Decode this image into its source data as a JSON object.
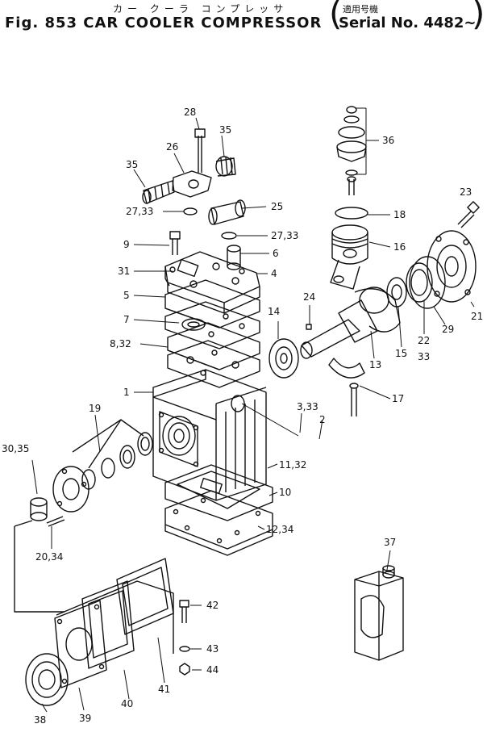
{
  "header": {
    "jp_title": "カー クーラ コンプレッサ",
    "fig_title": "Fig. 853 CAR COOLER COMPRESSOR",
    "serial_jp": "適用号機",
    "serial": "Serial No. 4482∼"
  },
  "callouts": [
    "28",
    "35",
    "26",
    "35",
    "27,33",
    "25",
    "27,33",
    "9",
    "6",
    "31",
    "4",
    "5",
    "7",
    "8,32",
    "1",
    "19",
    "30,35",
    "20,34",
    "36",
    "23",
    "18",
    "16",
    "24",
    "14",
    "21",
    "29",
    "22",
    "33",
    "15",
    "13",
    "17",
    "3,33",
    "2",
    "11,32",
    "10",
    "12,34",
    "37",
    "42",
    "43",
    "44",
    "38",
    "39",
    "40",
    "41"
  ]
}
